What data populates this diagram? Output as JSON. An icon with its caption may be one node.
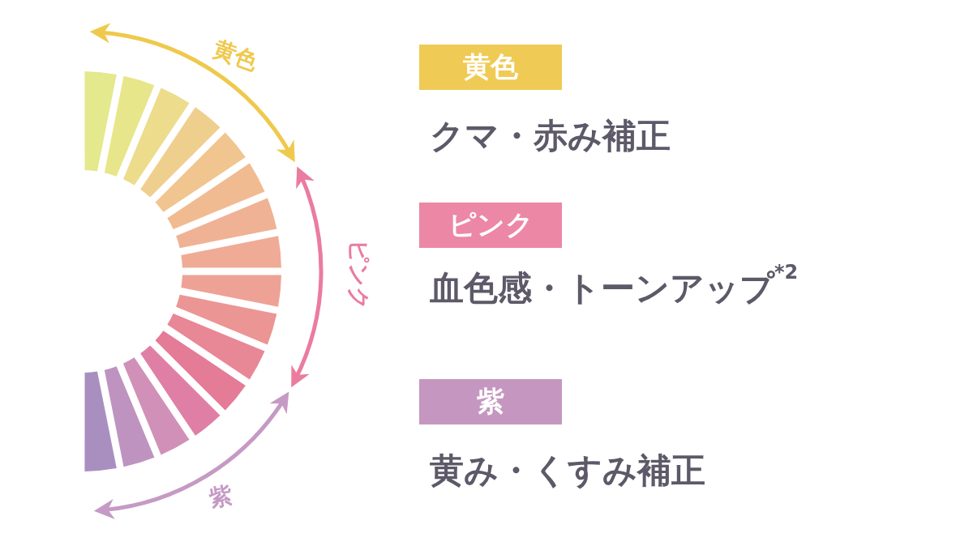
{
  "diagram": {
    "nodes": [
      {
        "text": [
          "黄色"
        ],
        "beside": [
          "クマ・赤み補正"
        ]
      },
      {
        "text": [
          "ピンク"
        ],
        "beside": [
          "血色感・トーンアップ$^{*2}$"
        ]
      },
      {
        "text": [
          "紫"
        ],
        "beside": [
          "黄み・くすみ補正"
        ]
      }
    ],
    "labels": [
      "黄色",
      "ピンク",
      "紫"
    ]
  }
}
